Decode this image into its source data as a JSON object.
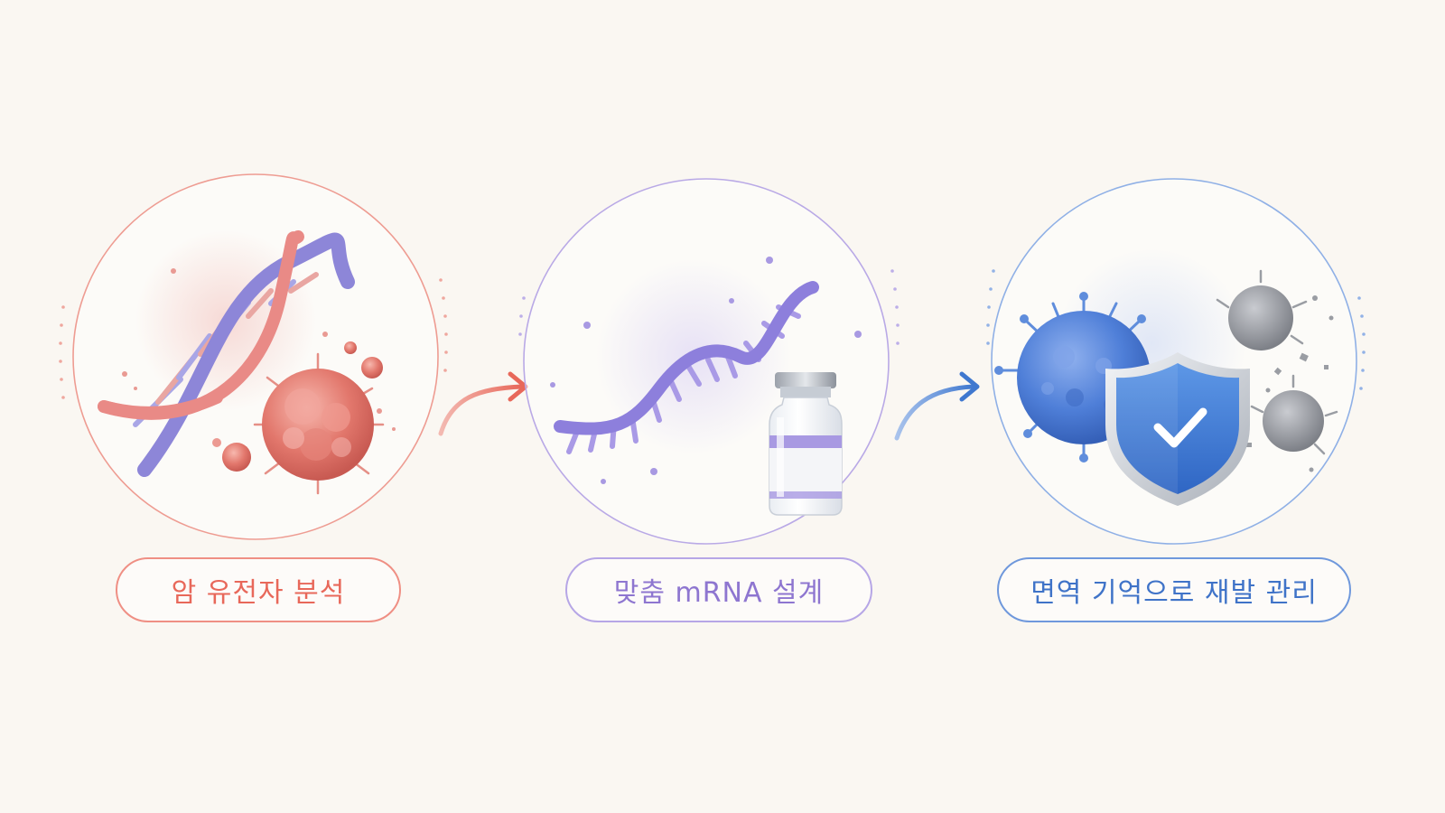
{
  "colors": {
    "background": "#faf7f2",
    "step1": "#e8685a",
    "step2": "#9a84d6",
    "step3": "#4a7fd0",
    "dna_pink": "#e98a86",
    "dna_purple": "#8d86d8",
    "cancer_cell": "#e07a72",
    "immune_cell": "#4f7fd8",
    "virus_gray": "#8a8d94",
    "shield": "#3f7fd8"
  },
  "steps": [
    {
      "label": "암 유전자 분석",
      "icons": [
        "dna-double-helix-icon",
        "cancer-cell-icon"
      ]
    },
    {
      "label": "맞춤 mRNA 설계",
      "icons": [
        "mrna-strand-icon",
        "vaccine-vial-icon"
      ]
    },
    {
      "label": "면역 기억으로 재발 관리",
      "icons": [
        "immune-cell-icon",
        "shield-check-icon",
        "destroyed-virus-icon"
      ]
    }
  ],
  "connectors": [
    {
      "from": "step-1",
      "to": "step-2",
      "icon": "arrow-right-icon"
    },
    {
      "from": "step-2",
      "to": "step-3",
      "icon": "arrow-right-icon"
    }
  ]
}
